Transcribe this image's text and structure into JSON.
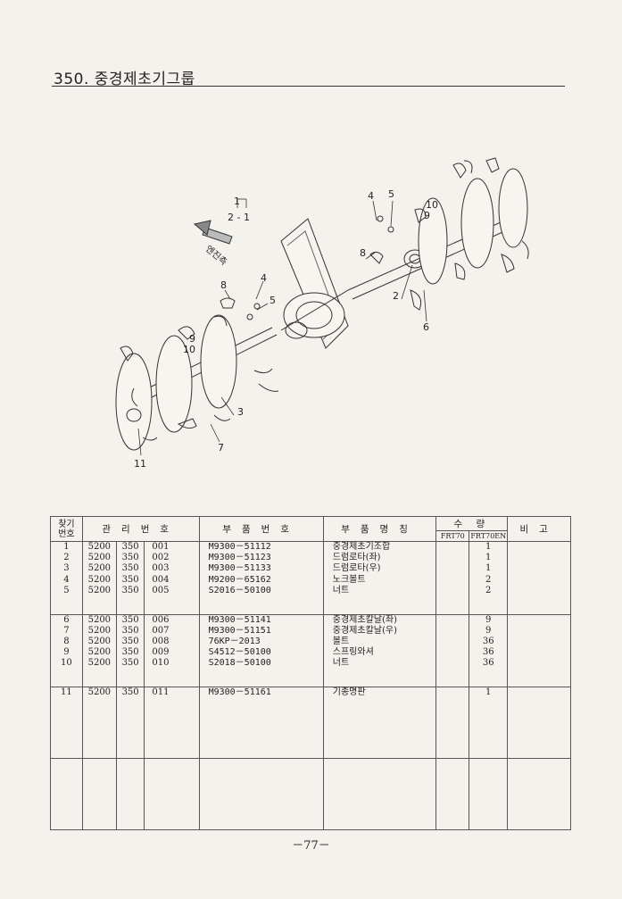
{
  "title": "350. 중경제초기그룹",
  "diagram": {
    "callout_group": "1",
    "callout_sub": "2 - 1",
    "direction_label": "엔진측",
    "callouts": [
      "4",
      "5",
      "10",
      "9",
      "8",
      "2",
      "6",
      "8",
      "4",
      "5",
      "10",
      "9",
      "3",
      "7",
      "11"
    ]
  },
  "table": {
    "headers": {
      "find_no": "찾기\n번호",
      "mgmt_no": "관리번호",
      "part_no": "부품번호",
      "part_name": "부품명칭",
      "qty": "수 량",
      "qty_a": "FRT70",
      "qty_b": "FRT70EN",
      "remarks": "비고"
    },
    "groups": [
      {
        "rows": [
          {
            "no": "1",
            "m1": "5200",
            "m2": "350",
            "m3": "001",
            "part": "M9300－51112",
            "name": "중경제초기조합",
            "qa": "",
            "qb": "1"
          },
          {
            "no": "2",
            "m1": "5200",
            "m2": "350",
            "m3": "002",
            "part": "M9300－51123",
            "name": "드럼로타(좌)",
            "qa": "",
            "qb": "1"
          },
          {
            "no": "3",
            "m1": "5200",
            "m2": "350",
            "m3": "003",
            "part": "M9300－51133",
            "name": "드럼로타(우)",
            "qa": "",
            "qb": "1"
          },
          {
            "no": "4",
            "m1": "5200",
            "m2": "350",
            "m3": "004",
            "part": "M9200－65162",
            "name": "노크볼트",
            "qa": "",
            "qb": "2"
          },
          {
            "no": "5",
            "m1": "5200",
            "m2": "350",
            "m3": "005",
            "part": "S2016－50100",
            "name": "너트",
            "qa": "",
            "qb": "2"
          }
        ]
      },
      {
        "rows": [
          {
            "no": "6",
            "m1": "5200",
            "m2": "350",
            "m3": "006",
            "part": "M9300－51141",
            "name": "중경제초칼날(좌)",
            "qa": "",
            "qb": "9"
          },
          {
            "no": "7",
            "m1": "5200",
            "m2": "350",
            "m3": "007",
            "part": "M9300－51151",
            "name": "중경제초칼날(우)",
            "qa": "",
            "qb": "9"
          },
          {
            "no": "8",
            "m1": "5200",
            "m2": "350",
            "m3": "008",
            "part": "76KP－2013",
            "name": "볼트",
            "qa": "",
            "qb": "36"
          },
          {
            "no": "9",
            "m1": "5200",
            "m2": "350",
            "m3": "009",
            "part": "S4512－50100",
            "name": "스프링와셔",
            "qa": "",
            "qb": "36"
          },
          {
            "no": "10",
            "m1": "5200",
            "m2": "350",
            "m3": "010",
            "part": "S2018－50100",
            "name": "너트",
            "qa": "",
            "qb": "36"
          }
        ]
      },
      {
        "rows": [
          {
            "no": "11",
            "m1": "5200",
            "m2": "350",
            "m3": "011",
            "part": "M9300－51161",
            "name": "기종명판",
            "qa": "",
            "qb": "1"
          }
        ]
      }
    ]
  },
  "page_number": "－77－"
}
